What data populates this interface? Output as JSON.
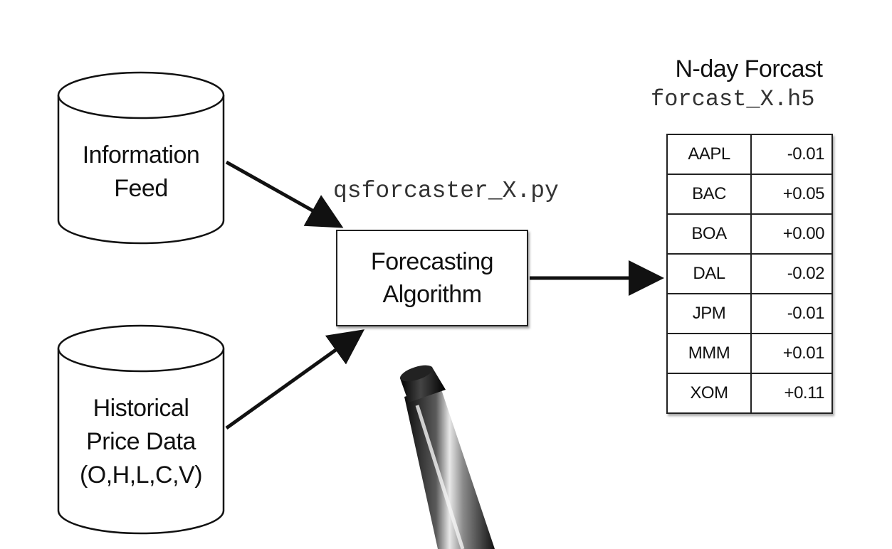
{
  "sources": [
    {
      "id": "information-feed",
      "lines": [
        "Information",
        "Feed"
      ]
    },
    {
      "id": "historical-price-data",
      "lines": [
        "Historical",
        "Price Data",
        "(O,H,L,C,V)"
      ]
    }
  ],
  "algorithm": {
    "script": "qsforcaster_X.py",
    "lines": [
      "Forecasting",
      "Algorithm"
    ]
  },
  "output": {
    "title": "N-day Forcast",
    "file": "forcast_X.h5",
    "rows": [
      {
        "symbol": "AAPL",
        "value": "-0.01"
      },
      {
        "symbol": "BAC",
        "value": "+0.05"
      },
      {
        "symbol": "BOA",
        "value": "+0.00"
      },
      {
        "symbol": "DAL",
        "value": "-0.02"
      },
      {
        "symbol": "JPM",
        "value": "-0.01"
      },
      {
        "symbol": "MMM",
        "value": "+0.01"
      },
      {
        "symbol": "XOM",
        "value": "+0.11"
      }
    ]
  },
  "colors": {
    "stroke": "#111111",
    "background": "#ffffff"
  },
  "icons": [
    "database-cylinder-icon",
    "arrow-icon",
    "pen-icon"
  ]
}
